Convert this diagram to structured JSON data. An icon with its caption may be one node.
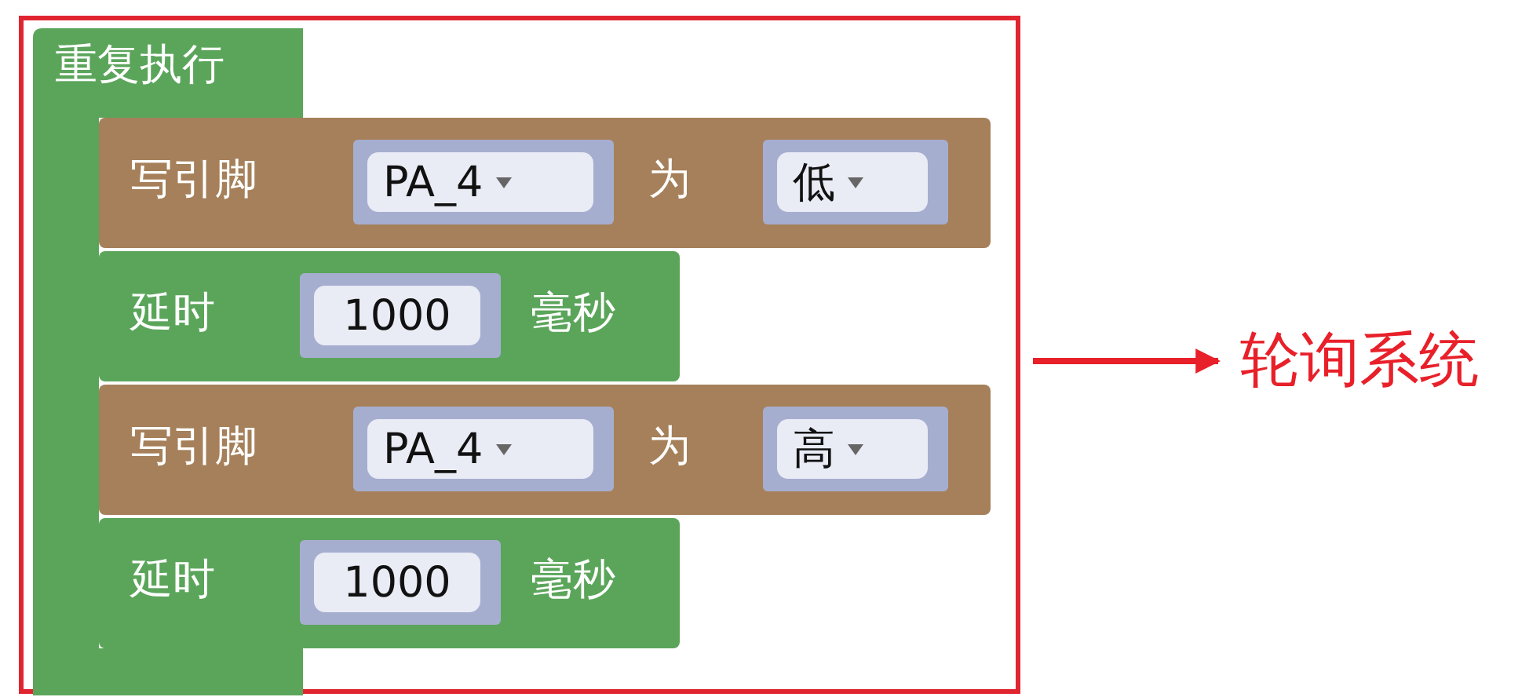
{
  "diagram": {
    "nodes": [
      {
        "text": [],
        "shape": "box"
      },
      {
        "text": [
          "重复执行"
        ],
        "in": 0
      },
      {
        "text": [
          "写引脚",
          "为"
        ],
        "in": 0
      },
      {
        "text": [
          "PA_4"
        ],
        "in": 2
      },
      {
        "text": [
          "低"
        ],
        "in": 2
      },
      {
        "text": [
          "延时",
          "毫秒"
        ],
        "in": 0
      },
      {
        "text": [
          "1000"
        ],
        "in": 5
      },
      {
        "text": [
          "写引脚",
          "为"
        ],
        "in": 0
      },
      {
        "text": [
          "PA_4"
        ],
        "in": 7
      },
      {
        "text": [
          "高"
        ],
        "in": 7
      },
      {
        "text": [
          "延时",
          "毫秒"
        ],
        "in": 0
      },
      {
        "text": [
          "1000"
        ],
        "in": 10
      },
      {
        "text": [
          "轮询系统"
        ]
      }
    ],
    "edges": [
      {
        "from": 0,
        "to": 12,
        "arrow": "to"
      }
    ]
  }
}
